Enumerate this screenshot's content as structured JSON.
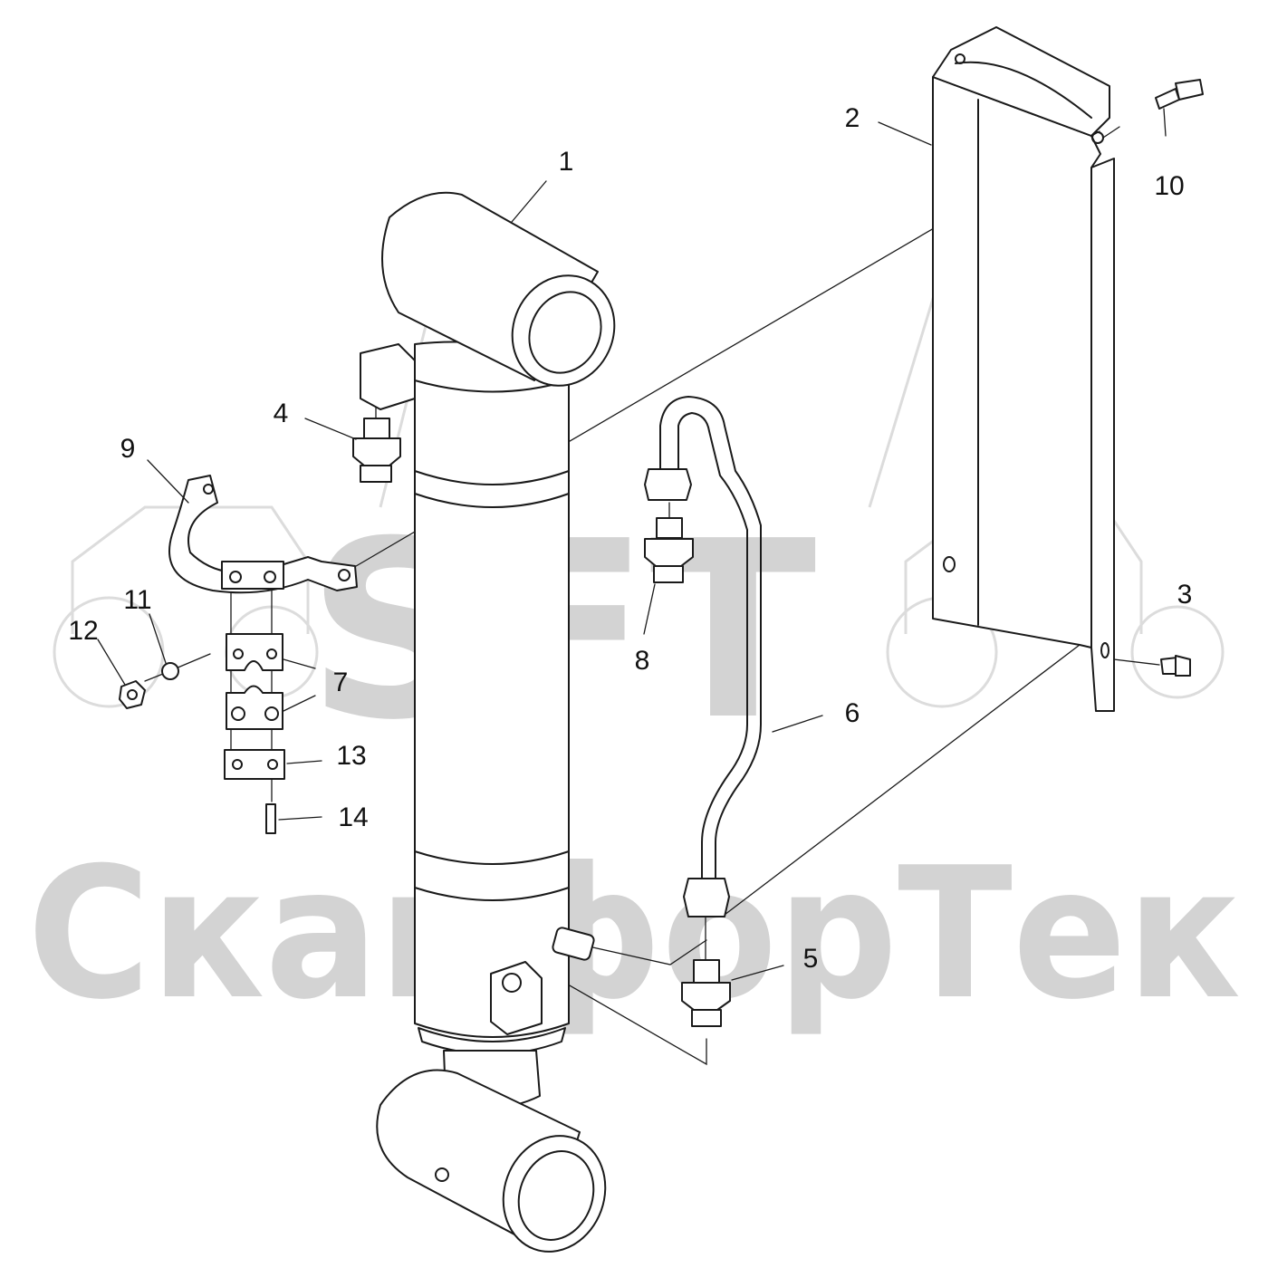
{
  "watermark": {
    "logo_text": "SFT",
    "brand_text": "СканфорТек"
  },
  "callouts": [
    {
      "id": "1",
      "label": "1"
    },
    {
      "id": "2",
      "label": "2"
    },
    {
      "id": "3",
      "label": "3"
    },
    {
      "id": "4",
      "label": "4"
    },
    {
      "id": "5",
      "label": "5"
    },
    {
      "id": "6",
      "label": "6"
    },
    {
      "id": "7",
      "label": "7"
    },
    {
      "id": "8",
      "label": "8"
    },
    {
      "id": "9",
      "label": "9"
    },
    {
      "id": "10",
      "label": "10"
    },
    {
      "id": "11",
      "label": "11"
    },
    {
      "id": "12",
      "label": "12"
    },
    {
      "id": "13",
      "label": "13"
    },
    {
      "id": "14",
      "label": "14"
    }
  ],
  "colors": {
    "line": "#1a1a1a",
    "watermark": "#d3d3d3"
  }
}
